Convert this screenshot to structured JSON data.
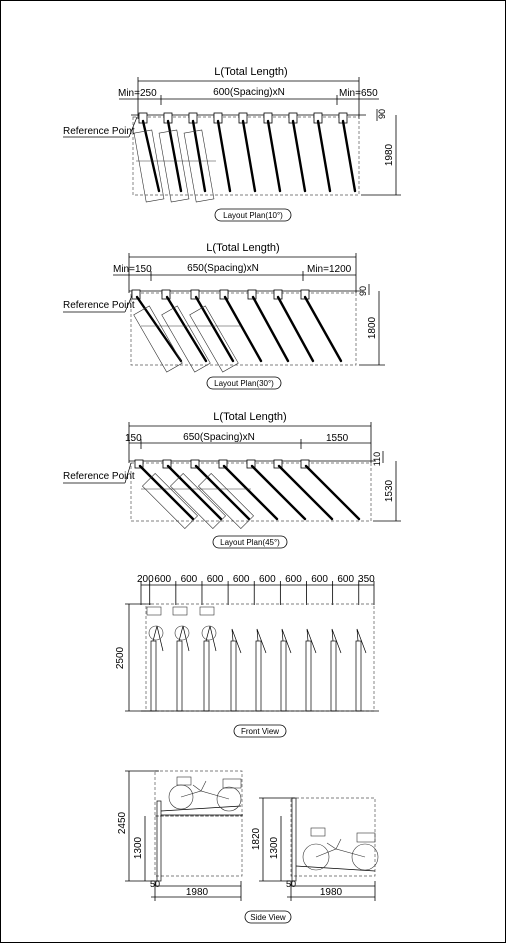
{
  "plans": [
    {
      "total_label": "L(Total Length)",
      "left_label": "Min=250",
      "spacing_label": "600(Spacing)xN",
      "right_label": "Min=650",
      "ref_label": "Reference Point",
      "top_offset": "90",
      "height_label": "1980",
      "caption": "Layout Plan(10°)"
    },
    {
      "total_label": "L(Total Length)",
      "left_label": "Min=150",
      "spacing_label": "650(Spacing)xN",
      "right_label": "Min=1200",
      "ref_label": "Reference Point",
      "top_offset": "90",
      "height_label": "1800",
      "caption": "Layout Plan(30°)"
    },
    {
      "total_label": "L(Total Length)",
      "left_label": "150",
      "spacing_label": "650(Spacing)xN",
      "right_label": "1550",
      "ref_label": "Reference Point",
      "top_offset": "110",
      "height_label": "1530",
      "caption": "Layout Plan(45°)"
    }
  ],
  "front": {
    "spacings": [
      "200",
      "600",
      "600",
      "600",
      "600",
      "600",
      "600",
      "600",
      "600",
      "350"
    ],
    "height_label": "2500",
    "caption": "Front View"
  },
  "side": {
    "left_total": "2450",
    "left_lower": "1300",
    "left_base": "50",
    "left_width": "1980",
    "right_total": "1820",
    "right_lower": "1300",
    "right_base": "50",
    "right_width": "1980",
    "caption": "Side View"
  }
}
